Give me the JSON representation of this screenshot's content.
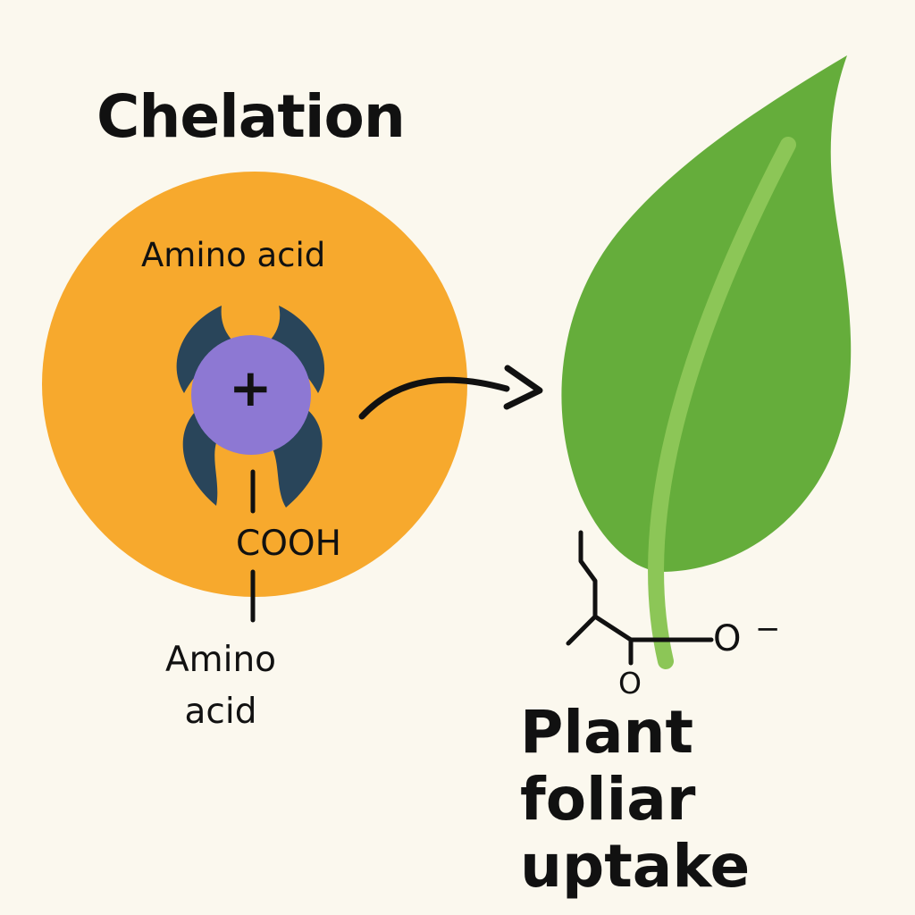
{
  "title": "Chelation",
  "complex": {
    "top_label": "Amino acid",
    "charge_symbol": "+",
    "group_label": "COOH",
    "bottom_label": "Amino acid"
  },
  "molecule": {
    "oxygen_label": "O",
    "charge_symbol": "−",
    "carbonyl_label": "O"
  },
  "caption": "Plant foliar uptake",
  "colors": {
    "background": "#fbf8ee",
    "orange_circle": "#f7a92d",
    "ligand_arms": "#29455a",
    "metal_ion": "#8d78d3",
    "leaf": "#65ad3b",
    "leaf_vein": "#8cc657",
    "text": "#111111"
  }
}
